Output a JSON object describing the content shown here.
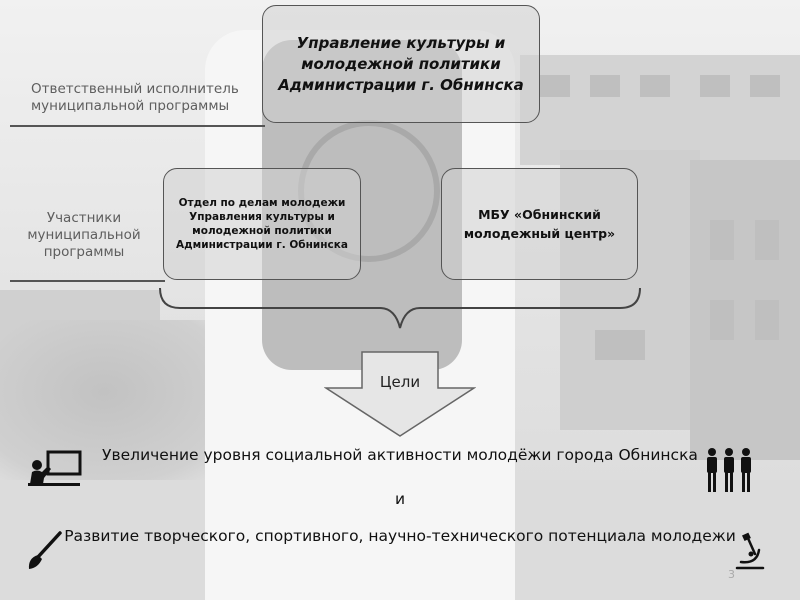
{
  "top_box": {
    "title": "Управление культуры и молодежной политики Администрации г. Обнинска"
  },
  "left_labels": {
    "responsible": "Ответственный исполнитель муниципальной программы",
    "participants": "Участники муниципальной программы"
  },
  "participants": {
    "left": "Отдел по делам молодежи Управления культуры и молодежной политики Администрации г. Обнинска",
    "right": "МБУ «Обнинский молодежный центр»"
  },
  "goals_label": "Цели",
  "goals": {
    "goal1": "Увеличение уровня социальной активности молодёжи города Обнинска",
    "conjunction": "и",
    "goal2": "Развитие творческого, спортивного, научно-технического потенциала молодежи"
  },
  "page_number": "3",
  "icons": [
    "teacher-board-icon",
    "people-group-icon",
    "paintbrush-icon",
    "microscope-icon"
  ],
  "colors": {
    "box_border": "#555555",
    "label_gray": "#5e5e5e",
    "text": "#111111"
  }
}
